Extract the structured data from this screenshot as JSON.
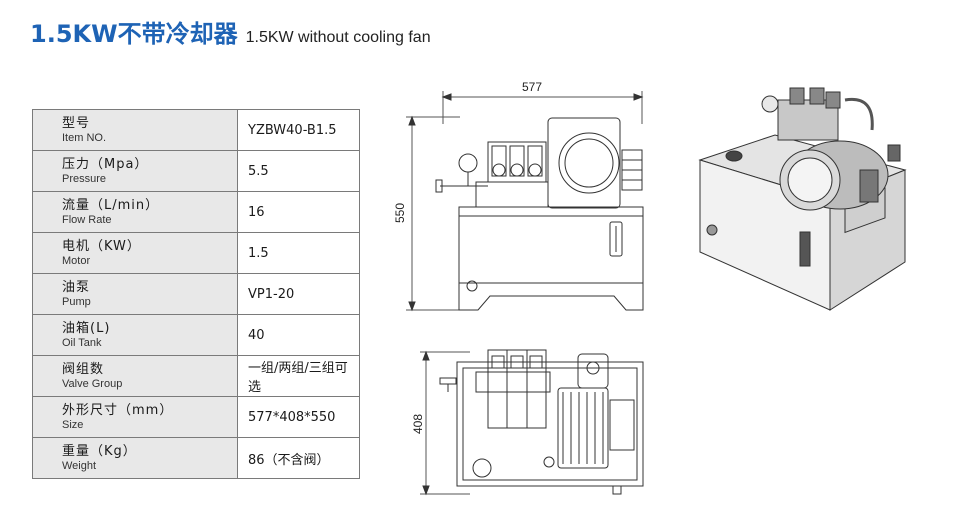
{
  "header": {
    "title_cn": "1.5KW不带冷却器",
    "title_en": "1.5KW without cooling fan"
  },
  "spec_table": {
    "rows": [
      {
        "label_cn": "型号",
        "label_en": "Item NO.",
        "value": "YZBW40-B1.5"
      },
      {
        "label_cn": "压力（Mpa）",
        "label_en": "Pressure",
        "value": "5.5"
      },
      {
        "label_cn": "流量（L/min）",
        "label_en": "Flow Rate",
        "value": "16"
      },
      {
        "label_cn": "电机（KW）",
        "label_en": "Motor",
        "value": "1.5"
      },
      {
        "label_cn": "油泵",
        "label_en": "Pump",
        "value": "VP1-20"
      },
      {
        "label_cn": "油箱(L)",
        "label_en": "Oil Tank",
        "value": "40"
      },
      {
        "label_cn": "阀组数",
        "label_en": "Valve Group",
        "value": "一组/两组/三组可选"
      },
      {
        "label_cn": "外形尺寸（mm）",
        "label_en": "Size",
        "value": "577*408*550"
      },
      {
        "label_cn": "重量（Kg）",
        "label_en": "Weight",
        "value": "86（不含阀）"
      }
    ]
  },
  "drawings": {
    "width_dim": "577",
    "height_dim": "550",
    "depth_dim": "408"
  }
}
